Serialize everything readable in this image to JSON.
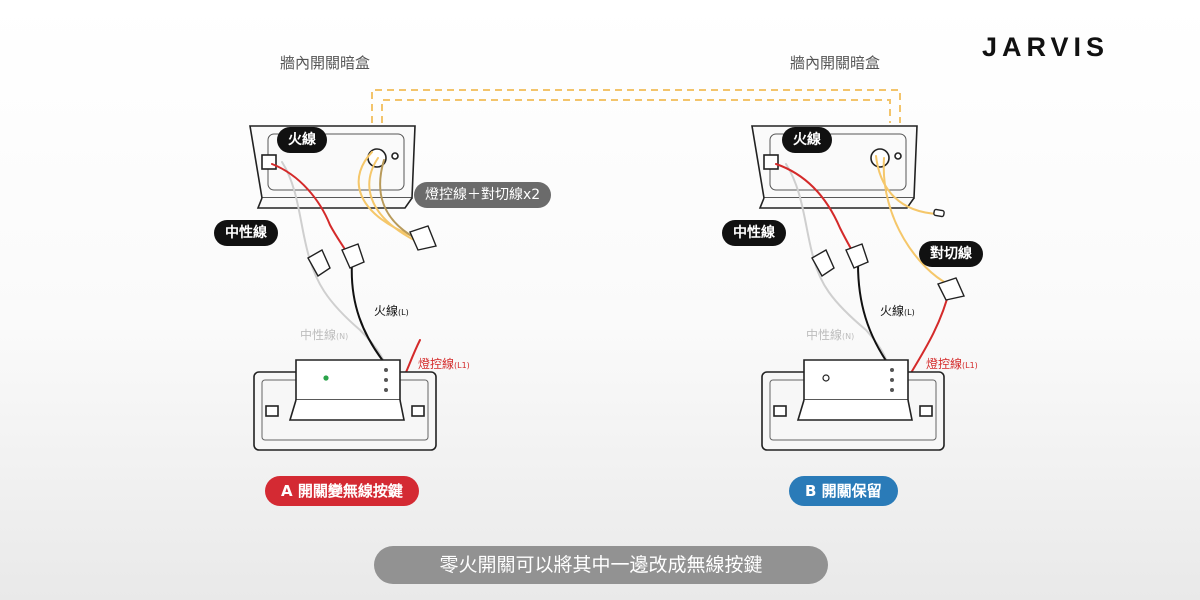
{
  "brand": "JARVIS",
  "left": {
    "box_title": "牆內開關暗盒",
    "live_pill": "火線",
    "neutral_pill": "中性線",
    "bundle_pill": "燈控線＋對切線x2",
    "live_label": "火線",
    "live_label_sub": "(L)",
    "neutral_label": "中性線",
    "neutral_label_sub": "(N)",
    "lamp_label": "燈控線",
    "lamp_label_sub": "(L1)",
    "caption": "A 開關變無線按鍵"
  },
  "right": {
    "box_title": "牆內開關暗盒",
    "live_pill": "火線",
    "neutral_pill": "中性線",
    "traveler_pill": "對切線",
    "live_label": "火線",
    "live_label_sub": "(L)",
    "neutral_label": "中性線",
    "neutral_label_sub": "(N)",
    "lamp_label": "燈控線",
    "lamp_label_sub": "(L1)",
    "caption": "B 開關保留"
  },
  "subtitle": "零火開關可以將其中一邊改成無線按鍵",
  "colors": {
    "live_wire": "#d42a2a",
    "neutral_wire": "#cfcfcf",
    "traveler_wire": "#f5c76a",
    "dashed_link": "#f3c46b",
    "caption_a": "#d42a33",
    "caption_b": "#2a7bb8"
  }
}
